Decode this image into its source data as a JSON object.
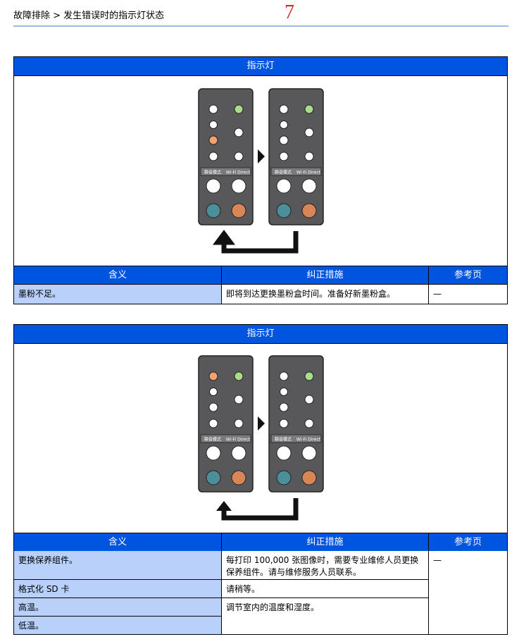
{
  "header": {
    "breadcrumb": "故障排除 > 发生错误时的指示灯状态",
    "chapter_number": "7"
  },
  "tables": [
    {
      "title": "指示灯",
      "columns": [
        "含义",
        "纠正措施",
        "参考页"
      ],
      "rows": [
        {
          "meaning": "墨粉不足。",
          "action": "即将到达更换墨粉盒时间。准备好新墨粉盒。",
          "ref": "—"
        }
      ],
      "panel_labels": {
        "quiet_mode": "静音模式",
        "wifi_direct": "Wi-Fi Direct"
      }
    },
    {
      "title": "指示灯",
      "columns": [
        "含义",
        "纠正措施",
        "参考页"
      ],
      "rows": [
        {
          "meaning": "更换保养组件。",
          "action": "每打印 100,000 张图像时，需要专业维修人员更换保养组件。请与维修服务人员联系。"
        },
        {
          "meaning": "格式化 SD 卡",
          "action": "请稍等。"
        },
        {
          "meaning": "高温。",
          "action": "调节室内的温度和湿度。"
        },
        {
          "meaning": "低温。"
        }
      ],
      "ref": "—",
      "panel_labels": {
        "quiet_mode": "静音模式",
        "wifi_direct": "Wi-Fi Direct"
      }
    }
  ],
  "colors": {
    "header_blue": "#0055e0",
    "meaning_cell": "#b8d0fa",
    "led_orange": "#f0a36e",
    "led_green": "#a9dd8a",
    "chapter_red": "#d42a2a"
  }
}
